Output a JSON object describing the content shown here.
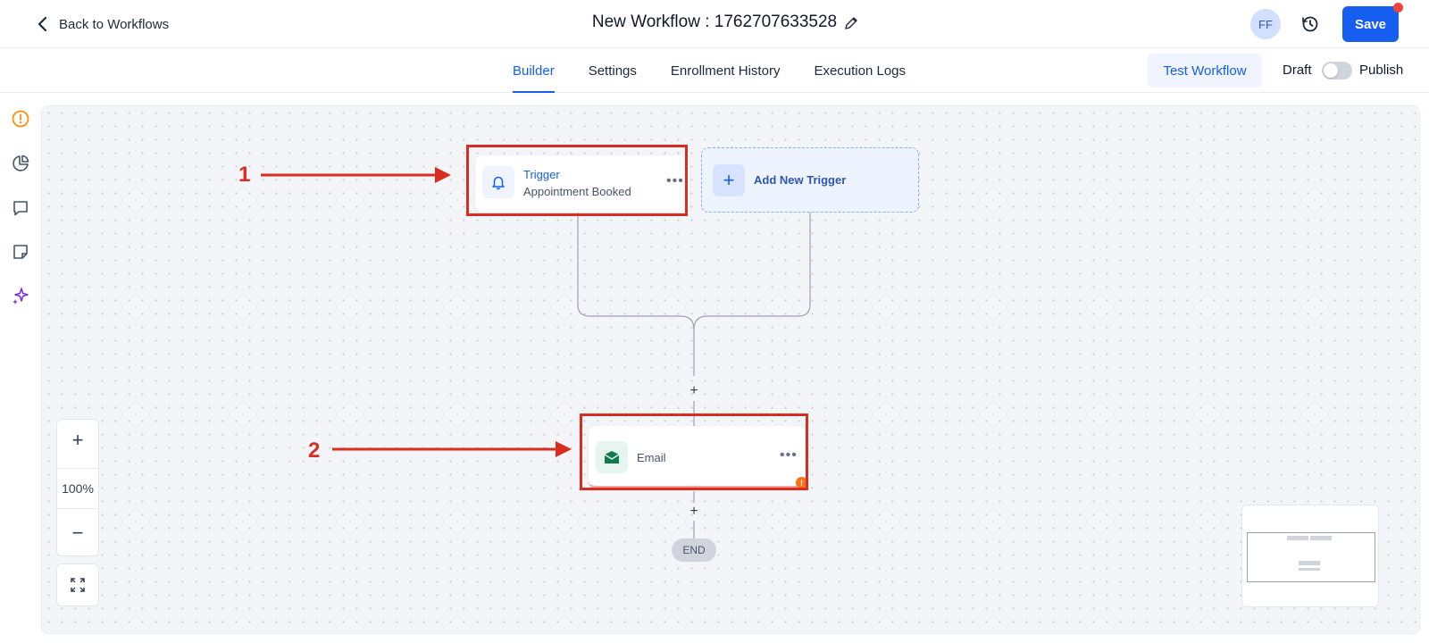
{
  "header": {
    "back_label": "Back to Workflows",
    "workflow_title": "New Workflow : 1762707633528",
    "avatar_initials": "FF",
    "save_label": "Save"
  },
  "tabs": [
    {
      "label": "Builder",
      "active": true
    },
    {
      "label": "Settings",
      "active": false
    },
    {
      "label": "Enrollment History",
      "active": false
    },
    {
      "label": "Execution Logs",
      "active": false
    }
  ],
  "actions": {
    "test_label": "Test Workflow",
    "draft_label": "Draft",
    "publish_label": "Publish",
    "published": false
  },
  "sidebar": {
    "icons": [
      "warning-circle-icon",
      "pie-chart-icon",
      "comment-icon",
      "sticky-note-icon",
      "sparkles-icon"
    ]
  },
  "canvas": {
    "trigger": {
      "title": "Trigger",
      "subtitle": "Appointment Booked"
    },
    "add_trigger_label": "Add New Trigger",
    "action": {
      "label": "Email",
      "has_warning": true
    },
    "end_label": "END",
    "annotations": [
      "1",
      "2"
    ]
  },
  "zoom": {
    "level": "100%"
  },
  "colors": {
    "accent": "#155eef",
    "annotation": "#d92d20",
    "email_icon": "#0e7a4e"
  }
}
